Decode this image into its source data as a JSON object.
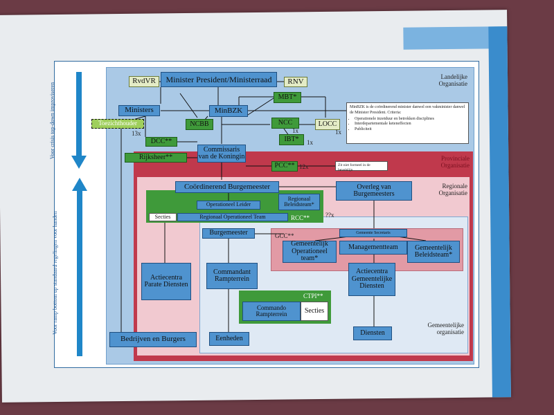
{
  "diagram": {
    "zones": {
      "national": "Landelijke\nOrganisatie",
      "provincial": "Provinciale\nOrganisatie",
      "regional": "Regionale\nOrganisatie",
      "municipal": "Gemeentelijke\norganisatie"
    },
    "side_labels": {
      "top": "Voor crisis top-down improviseren",
      "bottom": "Voor ramp bottom up standaard regelingen voor handen"
    },
    "nodes": {
      "rvdvr": "RvdVR",
      "minister_president": "Minister President/Ministerraad",
      "rnv": "RNV",
      "mbt": "MBT*",
      "ministers": "Ministers",
      "minbzk": "MinBZK",
      "toezichthouder": "Toezichthouder",
      "ncbb": "NCBB",
      "ncc": "NCC",
      "locc": "LOCC",
      "dcc": "DCC**",
      "ibt": "IBT*",
      "commissaris": "Commissaris van de Koningin",
      "rijksheer": "Rijksheer**",
      "pcc": "PCC**",
      "coordinerend_burgemeester": "Coördinerend Burgemeester",
      "overleg": "Overleg van Burgemeesters",
      "operationeel_leider": "Operationeel Leider",
      "regionaal_beleidsteam": "Regionaal Beleidsteam*",
      "secties": "Secties",
      "rot": "Regionaal Operationeel Team",
      "rcc": "RCC**",
      "burgemeester": "Burgemeester",
      "gcc": "GCC**",
      "gemeente_secretaris": "Gemeente Secretaris",
      "gemeentelijk_ot": "Gemeentelijk Operationeel team*",
      "managementteam": "Managementteam",
      "gemeentelijk_bt": "Gemeentelijk Beleidsteam*",
      "actiecentra_parate": "Actiecentra Parate Diensten",
      "commandant": "Commandant Rampterrein",
      "actiecentra_gem": "Actiecentra Gemeentelijke Diensten",
      "ctpi": "CTPI**",
      "commando": "Commando Rampterrein",
      "secties_ctpi": "Secties",
      "bedrijven": "Bedrijven en Burgers",
      "eenheden": "Eenheden",
      "diensten": "Diensten"
    },
    "counts": {
      "x13": "13x",
      "x1a": "1x",
      "x1b": "1x",
      "x1c": "1x",
      "x12": "12x",
      "x25": "??x"
    },
    "notes": {
      "minbzk_intro": "MinBZK is de coördinerend minister danwel een vakminister danwel de Minister President. Criteria:",
      "criteria": [
        "Operationele inzetduur en betrokken disciplines",
        "Interdepartementale keteneffecten",
        "Publiciteit"
      ],
      "pcc_note": "Zit niet formeel in de bevelslijn"
    },
    "colors": {
      "blue_box": "#4f93cf",
      "green_box": "#3f9a3a",
      "national_zone": "#aac9e6",
      "provincial_zone": "#c0394c",
      "regional_zone": "#f1c9d0",
      "arrow": "#1f86c8"
    }
  }
}
